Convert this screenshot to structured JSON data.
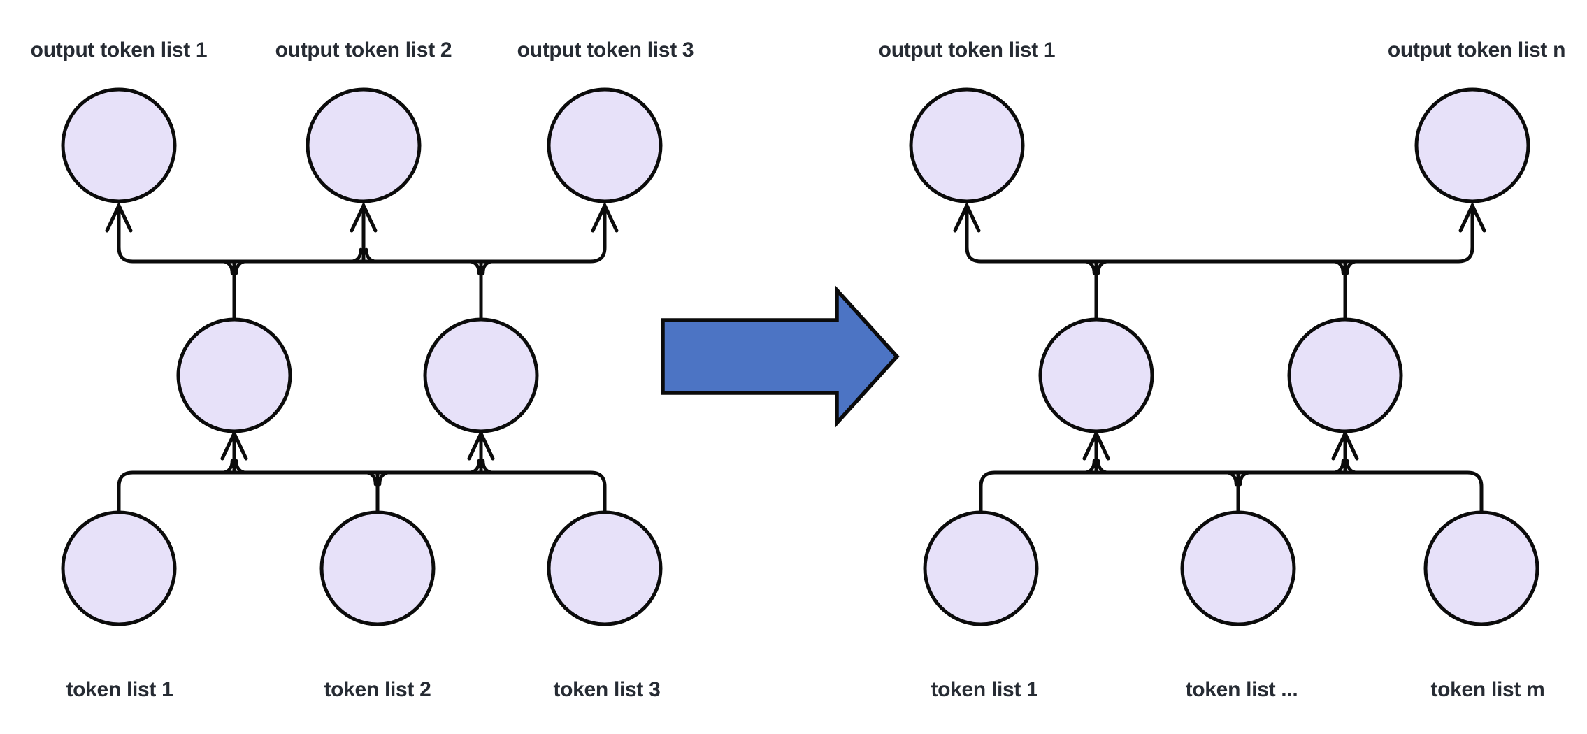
{
  "figure": {
    "description": "token list merge diagram",
    "left_diagram": {
      "top_labels": [
        "output token list 1",
        "output token list 2",
        "output token list 3"
      ],
      "bottom_labels": [
        "token list 1",
        "token list 2",
        "token list 3"
      ]
    },
    "right_diagram": {
      "top_labels": [
        "output token list 1",
        "output token list n"
      ],
      "bottom_labels": [
        "token list 1",
        "token list ...",
        "token list m"
      ]
    },
    "colors": {
      "background": "#FFFFFF",
      "node_fill": "#E7E1F9",
      "node_stroke": "#0B0B0B",
      "connector": "#0B0B0B",
      "label_text": "#262B33",
      "transform_arrow_fill": "#4C74C4",
      "transform_arrow_stroke": "#0B0B0B"
    }
  }
}
